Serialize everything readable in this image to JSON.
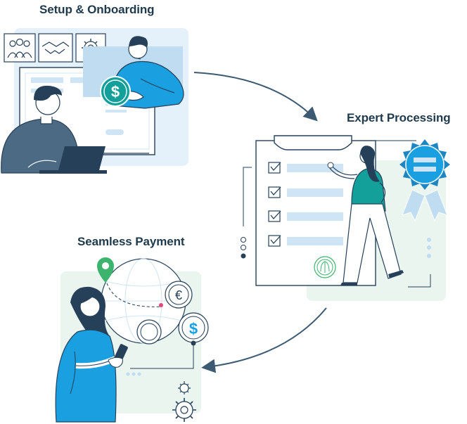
{
  "steps": [
    {
      "title": "Setup & Onboarding"
    },
    {
      "title": "Expert Processing"
    },
    {
      "title": "Seamless Payment"
    }
  ],
  "icons": {
    "currency_dollar": "$",
    "currency_euro": "€"
  },
  "colors": {
    "primary_blue": "#1aa0e0",
    "dark_navy": "#26405a",
    "teal": "#14a09a",
    "green_panel": "#e9f5ee",
    "blue_panel": "#e4f1fb",
    "pale_blue": "#cfe5f5",
    "text_dark": "#1e3a4c",
    "pin_green": "#3cb46e"
  }
}
